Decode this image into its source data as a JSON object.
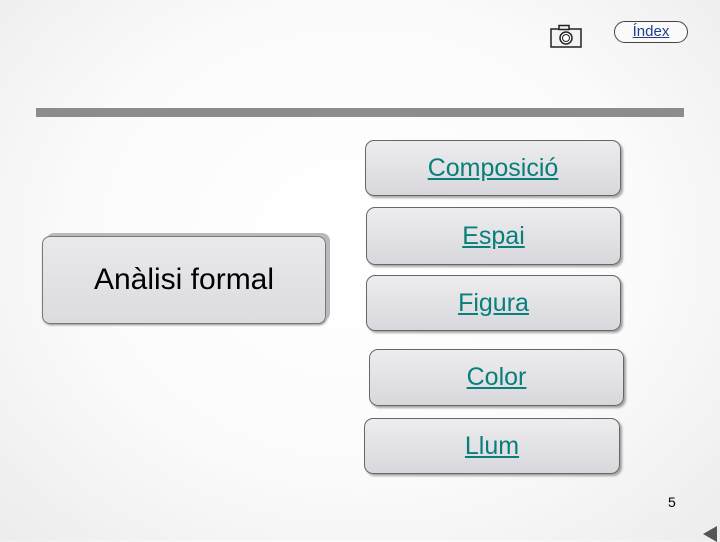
{
  "toolbar": {
    "camera_icon": "camera-icon",
    "index_label": "Índex"
  },
  "main_topic": {
    "label": "Anàlisi formal"
  },
  "topics": [
    {
      "label": "Composició"
    },
    {
      "label": "Espai"
    },
    {
      "label": "Figura"
    },
    {
      "label": "Color"
    },
    {
      "label": "Llum"
    }
  ],
  "footer": {
    "page_number": "5",
    "prev_icon": "triangle-left-icon"
  },
  "colors": {
    "link": "#087f7a",
    "index_link": "#1f3d8a",
    "divider": "#8c8c8c"
  }
}
